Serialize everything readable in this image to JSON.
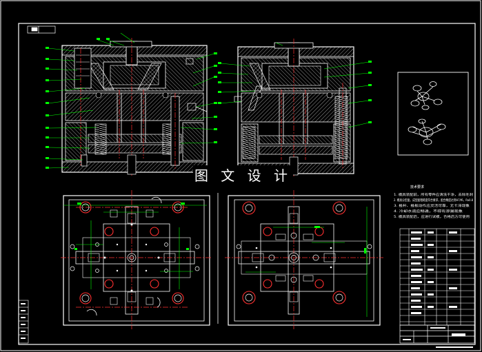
{
  "watermark": "图 文 设 计",
  "colors": {
    "background": "#000000",
    "outline": "#ffffff",
    "centerline": "#ff3030",
    "dimension": "#00ff00",
    "hatch": "#c8c8c8",
    "spring": "#e0e0e0"
  },
  "views": [
    "section-view-left",
    "section-view-right",
    "plan-view-moving-half",
    "plan-view-fixed-half"
  ],
  "tech_requirements": {
    "title": "技术要求",
    "lines": [
      "1. 模具装配前，所有零件应清洗干净，去除毛刺",
      "2. 模具分型面，成型面粗糙度符合要求，配合精度达到H7/f6，Ra0.8",
      "3. 推杆、推板动作应灵活可靠，无卡滞现象",
      "4. 冷却水道应畅通，不得有渗漏现象",
      "5. 模具装配后，应进行试模，合格后方可使用"
    ]
  },
  "part_views": [
    "part-isometric-view-1",
    "part-isometric-view-2"
  ]
}
